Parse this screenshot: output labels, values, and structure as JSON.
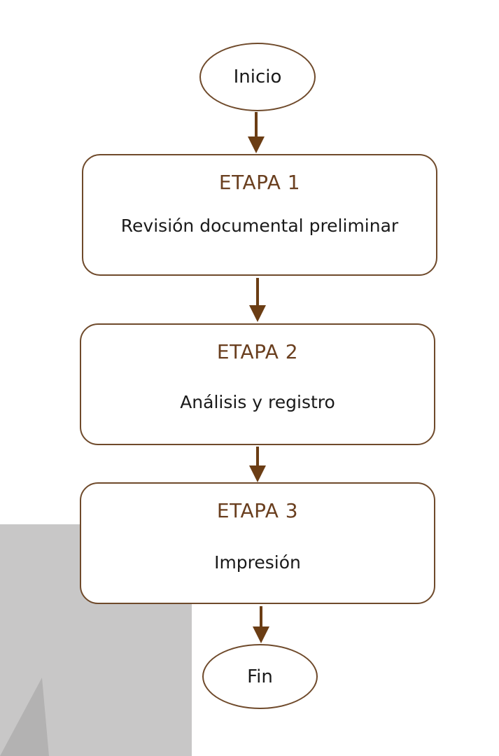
{
  "diagram": {
    "start": "Inicio",
    "steps": [
      {
        "heading": "ETAPA 1",
        "label": "Revisión documental preliminar"
      },
      {
        "heading": "ETAPA 2",
        "label": "Análisis y registro"
      },
      {
        "heading": "ETAPA 3",
        "label": "Impresión"
      }
    ],
    "end": "Fin"
  },
  "colors": {
    "border": "#6f4a2b",
    "heading": "#6a3f1f",
    "arrow": "#6b3d14",
    "background_shape": "#c8c7c7"
  }
}
